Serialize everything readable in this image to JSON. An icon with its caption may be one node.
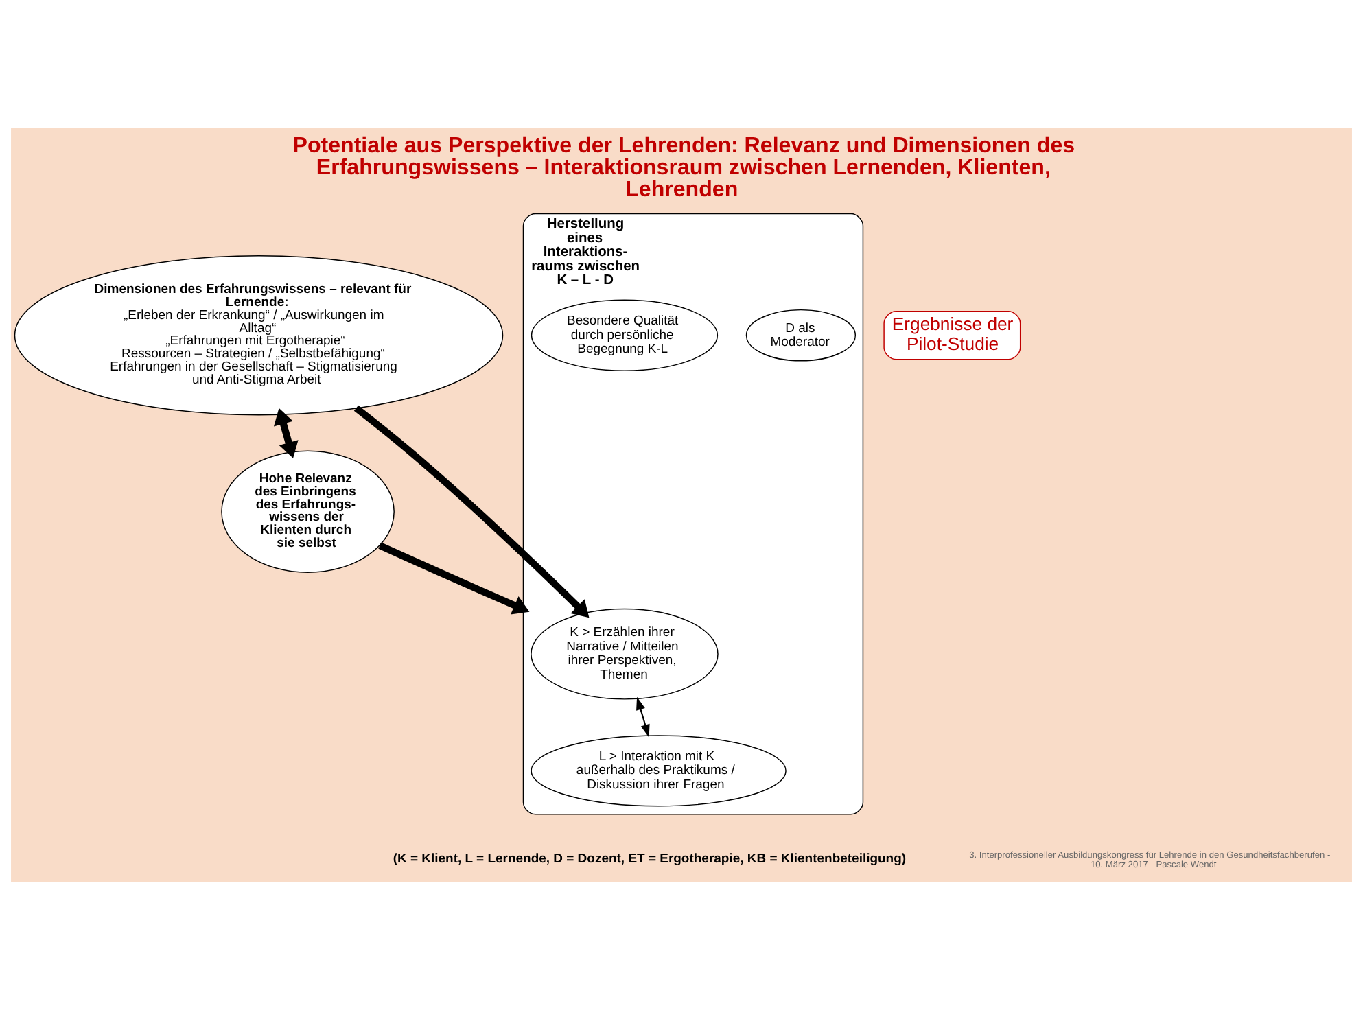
{
  "diagram": {
    "title": "Potentiale aus Perspektive der Lehrenden: Relevanz und Dimensionen des Erfahrungswissens – Interaktionsraum zwischen Lernenden, Klienten, Lehrenden",
    "nodes": [
      {
        "text": [
          "Dimensionen des Erfahrungswissens – relevant für Lernende:",
          "„Erleben der Erkrankung“ / „Auswirkungen im Alltag“",
          "„Erfahrungen mit Ergotherapie“",
          "Ressourcen – Strategien / „Selbstbefähigung“",
          "Erfahrungen in der Gesellschaft – Stigmatisierung und Anti-Stigma Arbeit"
        ]
      },
      {
        "text": [
          "Hohe Relevanz des Einbringens des Erfahrungs- wissens der Klienten durch sie selbst"
        ]
      },
      {
        "text": [
          "Herstellung eines Interaktions- raums zwischen K – L - D"
        ]
      },
      {
        "text": [
          "K > Erzählen ihrer Narrative / Mitteilen ihrer Perspektiven, Themen"
        ],
        "in": 2
      },
      {
        "text": [
          "D als Moderator"
        ],
        "in": 2
      },
      {
        "text": [
          "Besondere Qualität durch persönliche Begegnung K-L"
        ],
        "in": 2
      },
      {
        "text": [
          "L > Interaktion mit K außerhalb des Praktikums / Diskussion ihrer Fragen"
        ],
        "in": 2
      },
      {
        "text": [
          "Ergebnisse der Pilot-Studie"
        ]
      }
    ],
    "edges": [
      {
        "from": 0,
        "to": 1,
        "arrow": "both"
      },
      {
        "from": 0,
        "to": 3,
        "arrow": "to"
      },
      {
        "from": 1,
        "to": 2,
        "arrow": "to"
      },
      {
        "from": 3,
        "to": 6,
        "arrow": "both"
      }
    ],
    "labels": [
      "(K = Klient, L = Lernende, D = Dozent, ET = Ergotherapie, KB = Klientenbeteiligung)",
      "3. Interprofessioneller Ausbildungskongress für Lehrende in den Gesundheitsfachberufen - 10. März 2017 - Pascale Wendt"
    ]
  }
}
